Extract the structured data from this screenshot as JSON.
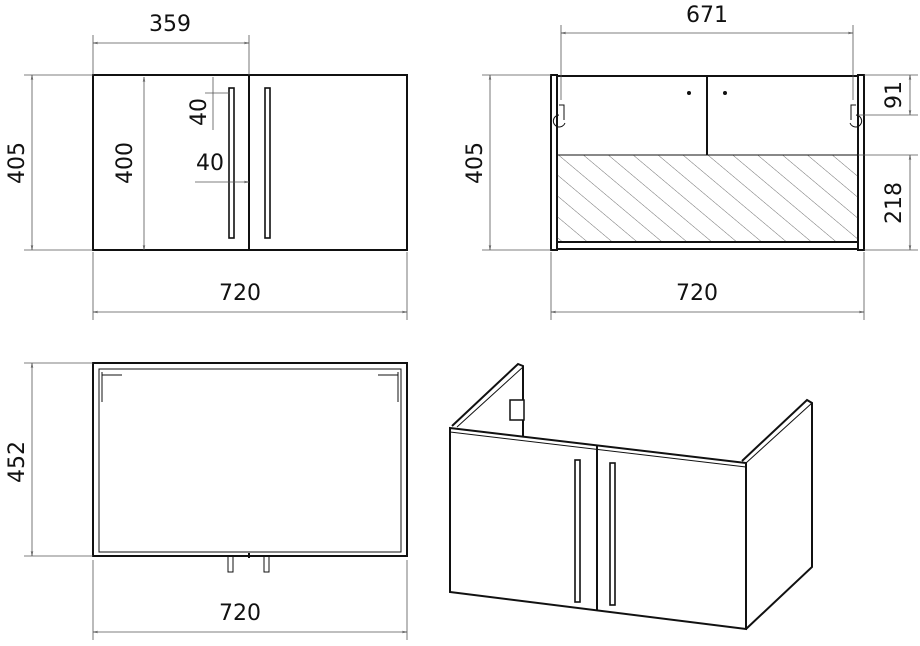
{
  "front_view": {
    "dim_door_width": "359",
    "dim_total_height": "405",
    "dim_door_height": "400",
    "dim_handle_top_offset": "40",
    "dim_handle_side_offset": "40",
    "dim_total_width": "720"
  },
  "back_view": {
    "dim_inner_width": "671",
    "dim_total_height": "405",
    "dim_top_section": "91",
    "dim_hatched_section": "218",
    "dim_total_width": "720"
  },
  "top_view": {
    "dim_depth": "452",
    "dim_total_width": "720"
  },
  "colors": {
    "line": "#111111",
    "dimension": "#555555"
  }
}
